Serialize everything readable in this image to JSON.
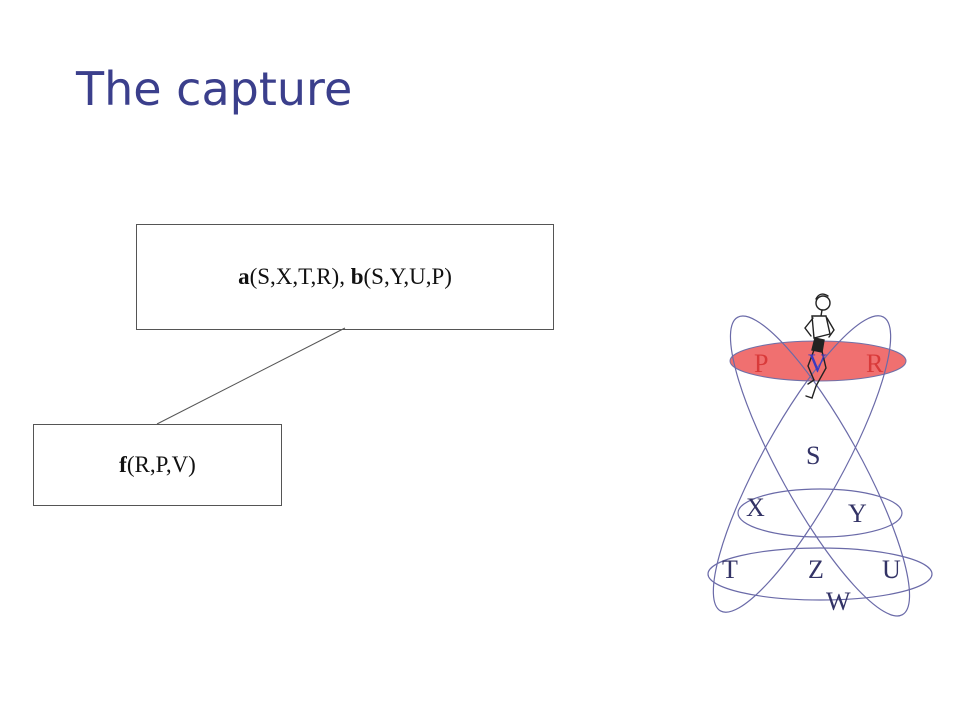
{
  "title": "The capture",
  "tree": {
    "root": {
      "items": [
        {
          "name": "a",
          "args": "(S,X,T,R)",
          "sep": ", "
        },
        {
          "name": "b",
          "args": "(S,Y,U,P)",
          "sep": ""
        }
      ]
    },
    "child": {
      "items": [
        {
          "name": "f",
          "args": "(R,P,V)",
          "sep": ""
        }
      ]
    }
  },
  "hypergraph": {
    "vertices": {
      "P": "P",
      "V": "V",
      "R": "R",
      "S": "S",
      "X": "X",
      "Y": "Y",
      "T": "T",
      "Z": "Z",
      "U": "U",
      "W": "W"
    },
    "highlight_color": "#f07070",
    "figure": "runner-figure"
  }
}
